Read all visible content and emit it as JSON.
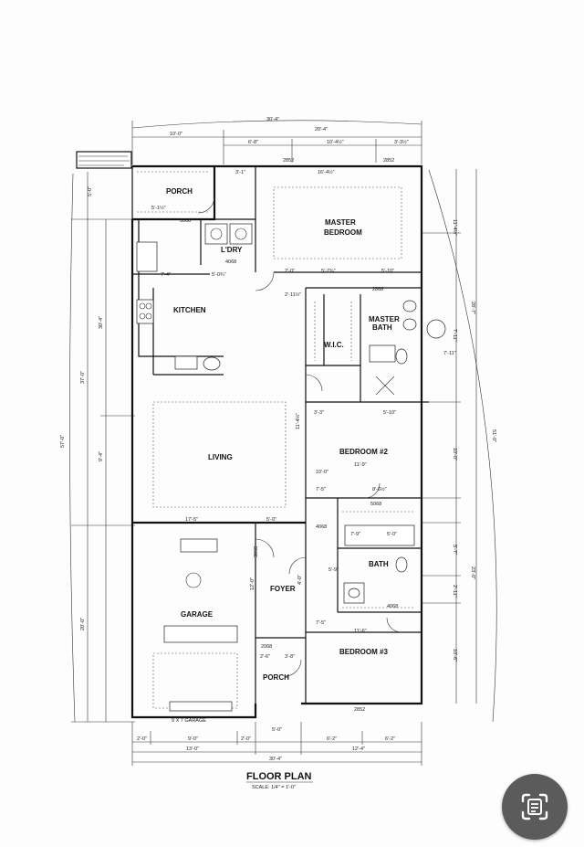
{
  "title": "FLOOR PLAN",
  "scale": "SCALE: 1/4\" = 1'-0\"",
  "rooms": {
    "porch_top": "PORCH",
    "laundry": "L'DRY",
    "master_bedroom_l1": "MASTER",
    "master_bedroom_l2": "BEDROOM",
    "kitchen": "KITCHEN",
    "wic": "W.I.C.",
    "master_bath_l1": "MASTER",
    "master_bath_l2": "BATH",
    "living": "LIVING",
    "bedroom2": "BEDROOM #2",
    "bath": "BATH",
    "garage": "GARAGE",
    "foyer": "FOYER",
    "bedroom3": "BEDROOM #3",
    "porch_bottom": "PORCH"
  },
  "dims": {
    "overall_top": "30'-4\"",
    "top_left": "10'-0\"",
    "top_right_overall": "20'-4\"",
    "top_a": "6'-8\"",
    "top_b": "10'-4½\"",
    "top_c": "3'-3½\"",
    "win_2852_a": "2852",
    "win_2852_b": "2852",
    "master_width": "16'-4½\"",
    "porch_w": "5'-1½\"",
    "door_3068_a": "3068",
    "dim_3_1": "3'-1\"",
    "dim_7_4": "7'-4\"",
    "dim_5_0": "5'-0¾\"",
    "dim_2_0": "2'-0\"",
    "dim_5_7": "5'-7¾\"",
    "dim_5_10": "5'-10\"",
    "door_4068": "4068",
    "door_2868": "2868",
    "dim_2_11": "2'-11½\"",
    "dim_11_4": "11'-4½\"",
    "dim_7_11": "7'-11\"",
    "dim_3_3": "3'-3\"",
    "dim_5_10b": "5'-10\"",
    "right_total": "51'-0\"",
    "left_total": "57'-0\"",
    "left_30": "30'-4\"",
    "left_37": "37'-0\"",
    "left_9": "9'-4\"",
    "left_20": "20'-0\"",
    "living_w": "17'-5\"",
    "dim_5_0b": "5'-0\"",
    "dim_12_0": "12'-0\"",
    "bed2_w": "11'-9\"",
    "dim_8_6": "8'-6½\"",
    "dim_7_5": "7'-5\"",
    "door_5068": "5068",
    "dim_7_9": "7'-9\"",
    "dim_5_0c": "5'-0\"",
    "dim_11_6": "11'-6\"",
    "dim_5_9": "5'-9\"",
    "dim_7_5b": "7'-5\"",
    "dim_10_0": "10'-0\"",
    "dim_5_7b": "5'-7\"",
    "dim_2_11b": "2'-11\"",
    "dim_10_6": "10'-6\"",
    "right_28": "28'-7\"",
    "right_23": "23'-0\"",
    "bed3_w": "11'-6\"",
    "win_2852_c": "2852",
    "door_2068": "2068",
    "dim_2_6": "2'-6\"",
    "dim_3_8": "3'-8\"",
    "door_3068_b": "3068",
    "dim_4_0": "4'-0\"",
    "garage_door": "9 X 7 GARAGE",
    "bot_a": "2'-0\"",
    "bot_b": "9'-0\"",
    "bot_c": "2'-0\"",
    "bot_d": "6'-2\"",
    "bot_e": "6'-2\"",
    "bot_f": "13'-0\"",
    "bot_g": "5'-0\"",
    "bot_h": "12'-4\"",
    "bot_overall": "30'-4\"",
    "dim_5_0d": "5'-0\""
  },
  "scan_button_icon": "document-scan-icon"
}
